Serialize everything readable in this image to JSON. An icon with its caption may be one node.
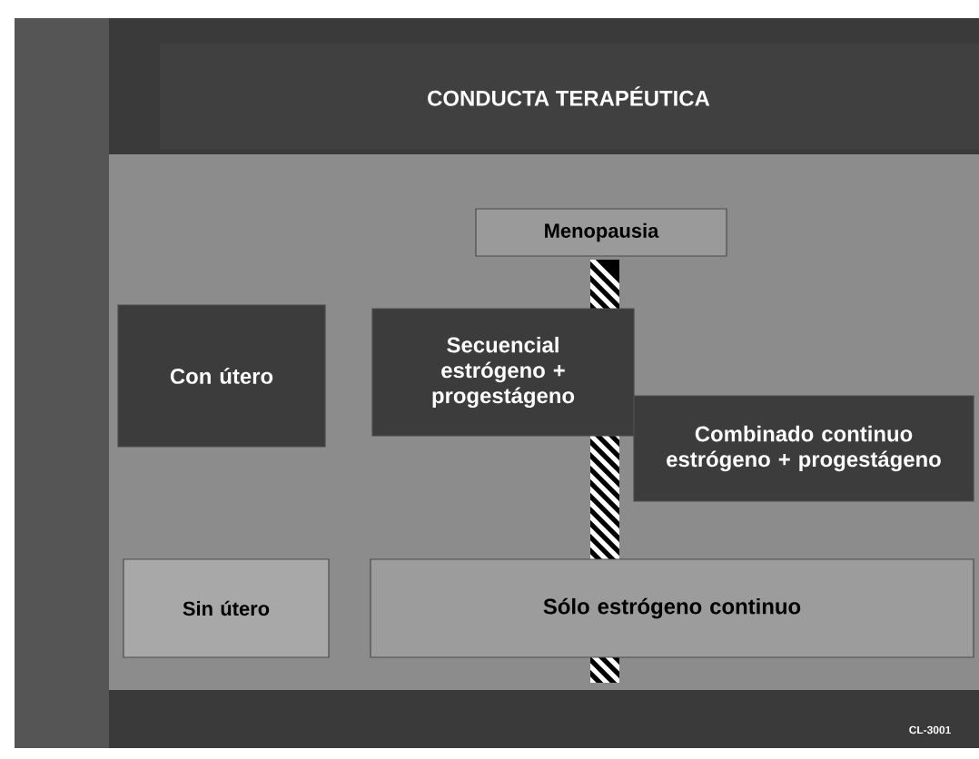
{
  "diagram": {
    "title": "CONDUCTA TERAPÉUTICA",
    "nodes": [
      {
        "text": [
          "Menopausia"
        ]
      },
      {
        "text": [
          "Con útero"
        ]
      },
      {
        "text": [
          "Secuencial estrógeno + progestágeno"
        ]
      },
      {
        "text": [
          "Combinado continuo estrógeno + progestágeno"
        ]
      },
      {
        "text": [
          "Sin útero"
        ]
      },
      {
        "text": [
          "Sólo estrógeno continuo"
        ]
      }
    ],
    "labels": [
      "CL-3001"
    ]
  }
}
